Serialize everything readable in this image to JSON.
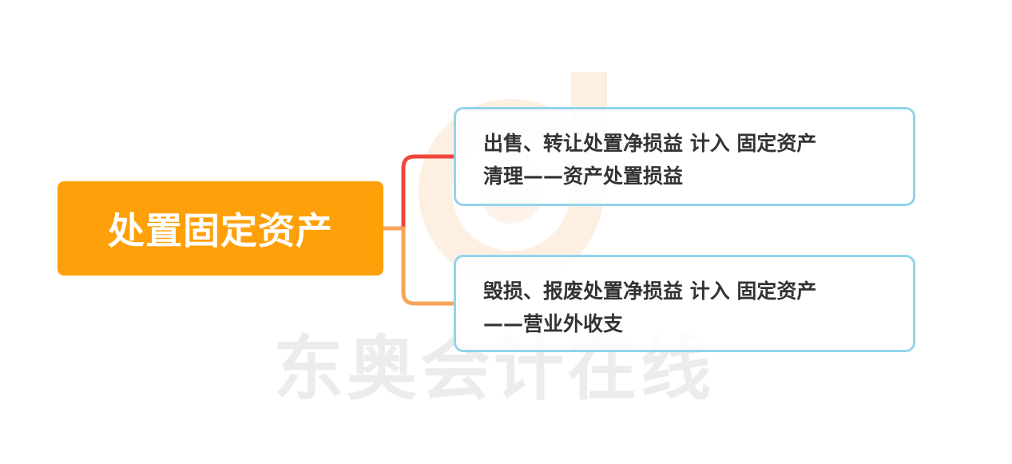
{
  "diagram": {
    "type": "mind-map",
    "root": {
      "label": "处置固定资产",
      "color": "#fea009",
      "text_color": "#ffffff"
    },
    "branches": [
      {
        "label": "出售、转让处置净损益 计入 固定资产清理——资产处置损益",
        "line1": "出售、转让处置净损益 计入 固定资产",
        "line2": "清理——资产处置损益",
        "connector_color": "#f0463c",
        "border_color": "#92d4ec"
      },
      {
        "label": "毁损、报废处置净损益 计入 固定资产——营业外收支",
        "line1": "毁损、报废处置净损益 计入 固定资产",
        "line2": "——营业外收支",
        "connector_color": "#f5a55a",
        "border_color": "#92d4ec"
      }
    ]
  },
  "watermark": {
    "text": "东奥会计在线",
    "color": "#ececec",
    "logo_color": "#fdeee0"
  }
}
